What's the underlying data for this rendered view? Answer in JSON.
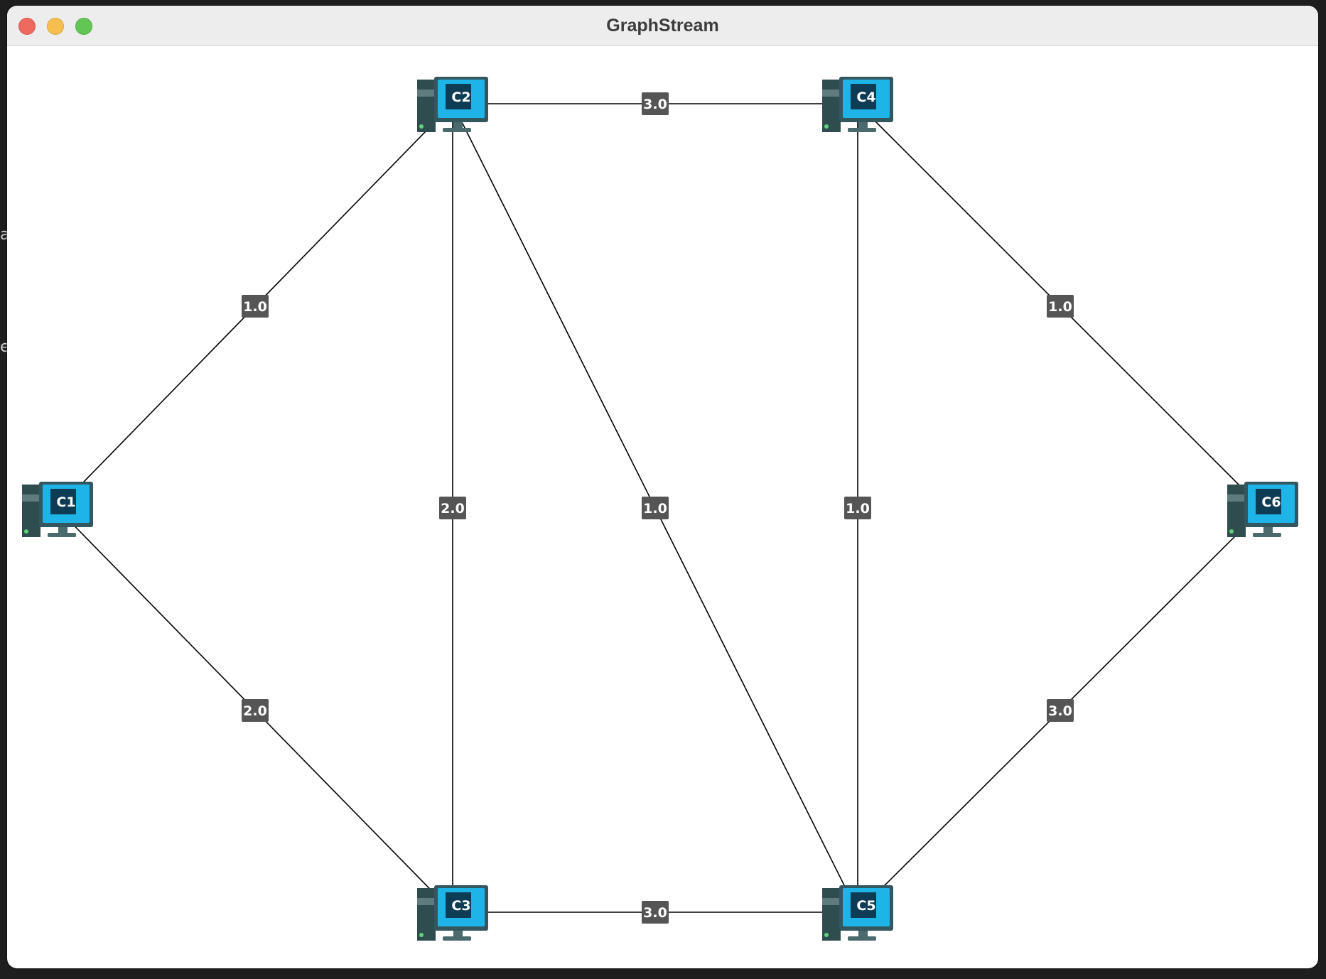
{
  "window": {
    "title": "GraphStream"
  },
  "background_fragments": [
    "a",
    "e"
  ],
  "colors": {
    "edge": "#000000",
    "edge_label_bg": "#555555",
    "edge_label_text": "#ffffff",
    "monitor_frame": "#34575f",
    "monitor_screen": "#1fb4e8",
    "monitor_inner": "#0f3c55",
    "tower": "#2f4d4f",
    "power_led": "#5fd37a"
  },
  "graph": {
    "nodes": [
      {
        "id": "C1",
        "label": "C1",
        "icon": "computer-icon"
      },
      {
        "id": "C2",
        "label": "C2",
        "icon": "computer-icon"
      },
      {
        "id": "C3",
        "label": "C3",
        "icon": "computer-icon"
      },
      {
        "id": "C4",
        "label": "C4",
        "icon": "computer-icon"
      },
      {
        "id": "C5",
        "label": "C5",
        "icon": "computer-icon"
      },
      {
        "id": "C6",
        "label": "C6",
        "icon": "computer-icon"
      }
    ],
    "edges": [
      {
        "from": "C1",
        "to": "C2",
        "weight": "1.0"
      },
      {
        "from": "C1",
        "to": "C3",
        "weight": "2.0"
      },
      {
        "from": "C2",
        "to": "C3",
        "weight": "2.0"
      },
      {
        "from": "C2",
        "to": "C4",
        "weight": "3.0"
      },
      {
        "from": "C2",
        "to": "C5",
        "weight": "1.0"
      },
      {
        "from": "C3",
        "to": "C5",
        "weight": "3.0"
      },
      {
        "from": "C4",
        "to": "C5",
        "weight": "1.0"
      },
      {
        "from": "C4",
        "to": "C6",
        "weight": "1.0"
      },
      {
        "from": "C5",
        "to": "C6",
        "weight": "3.0"
      }
    ]
  }
}
